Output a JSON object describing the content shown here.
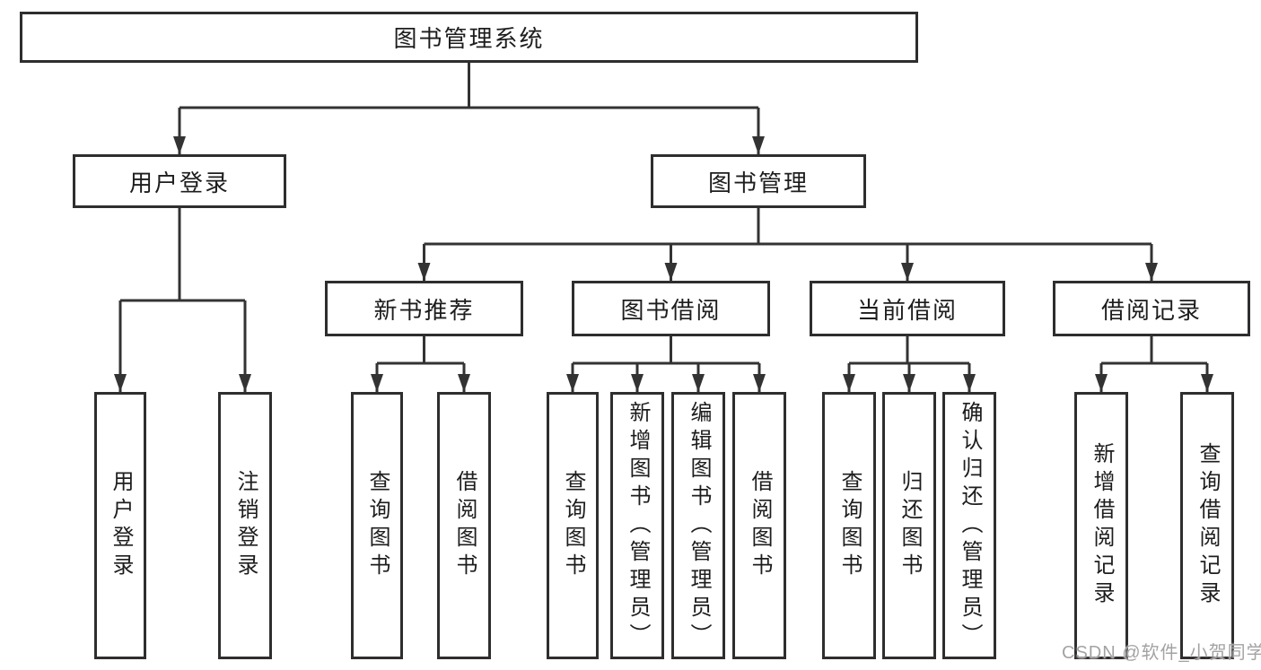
{
  "nodes": {
    "root": "图书管理系统",
    "level2": [
      "用户登录",
      "图书管理"
    ],
    "level3": [
      "新书推荐",
      "图书借阅",
      "当前借阅",
      "借阅记录"
    ],
    "leaves": [
      "用户登录",
      "注销登录",
      "查询图书",
      "借阅图书",
      "查询图书",
      "新增图书（管理员）",
      "编辑图书（管理员）",
      "借阅图书",
      "查询图书",
      "归还图书",
      "确认归还（管理员）",
      "新增借阅记录",
      "查询借阅记录"
    ]
  },
  "watermark": {
    "text": "CSDN @软件_小贺同学"
  },
  "colors": {
    "line": "#333333",
    "box_border": "#2e2e2e",
    "box_fill": "#ffffff",
    "text": "#1d1d1d",
    "watermark": "#a3a3a3",
    "background": "#ffffff"
  }
}
